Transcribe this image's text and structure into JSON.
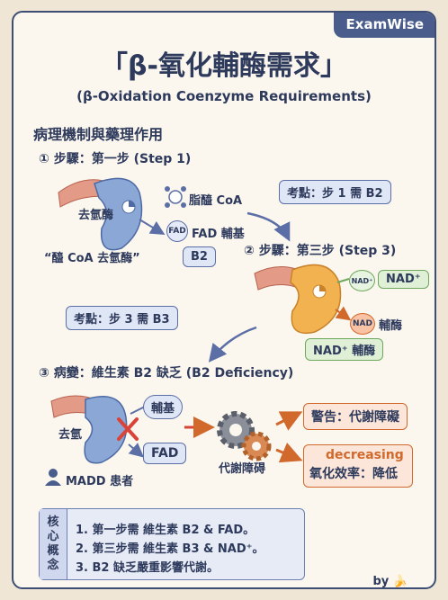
{
  "brand": "ExamWise",
  "title": "「β-氧化輔酶需求」",
  "subtitle": "(β-Oxidation Coenzyme Requirements)",
  "section": "病理機制與藥理作用",
  "step1": {
    "heading": "① 步驟：第一步 (Step 1)",
    "enzyme_label": "去氫酶",
    "enzyme_name": "“醯 CoA 去氫酶”",
    "substrate": "脂醯 CoA",
    "fad_circle": "FAD",
    "fad_label": "FAD 輔基",
    "vitamin_box": "B2",
    "exam_point": "考點：步 1 需 B2"
  },
  "step3": {
    "heading": "② 步驟：第三步 (Step 3)",
    "nad_circle": "NAD⁺",
    "nad_label": "NAD⁺",
    "nad_orange": "NAD",
    "coenzyme": "輔酶",
    "nad_coenzyme_box": "NAD⁺ 輔酶",
    "exam_point": "考點：步 3 需 B3"
  },
  "step_b2": {
    "heading": "③ 病變：維生素 B2 缺乏 (B2 Deficiency)",
    "cofactor_bubble": "輔基",
    "enzyme_label": "去氫",
    "fad_box": "FAD",
    "patient": "MADD 患者",
    "gear_label": "代謝障碍",
    "warning": "警告：代謝障礙",
    "decreasing": "decreasing",
    "efficiency": "氧化效率：降低"
  },
  "summary": {
    "side": [
      "核",
      "心",
      "概",
      "念"
    ],
    "lines": [
      "1. 第一步需 維生素 B2 & FAD。",
      "2. 第三步需 維生素 B3 & NAD⁺。",
      "3. B2 缺乏嚴重影響代謝。"
    ]
  },
  "byline": "by 🍌",
  "colors": {
    "navy": "#2e3a5c",
    "blue": "#5b6fa6",
    "orange": "#d2692c",
    "green": "#6ea85d"
  }
}
